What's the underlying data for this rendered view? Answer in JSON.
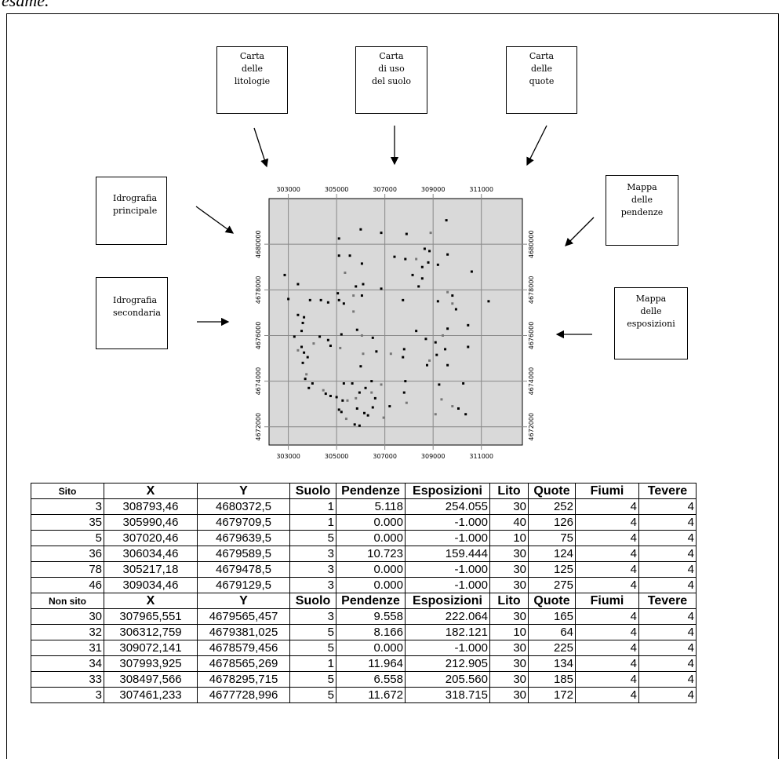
{
  "intro_word": "esame.",
  "source_boxes": [
    {
      "id": "litologie",
      "lines": [
        "Carta",
        "delle",
        "litologie"
      ]
    },
    {
      "id": "uso-suolo",
      "lines": [
        "Carta",
        "di uso",
        "del suolo"
      ]
    },
    {
      "id": "quote",
      "lines": [
        "Carta",
        "delle",
        "quote"
      ]
    },
    {
      "id": "idro-principale",
      "lines": [
        "Idrografia",
        "principale"
      ]
    },
    {
      "id": "pendenze",
      "lines": [
        "Mappa",
        "delle",
        "pendenze"
      ]
    },
    {
      "id": "idro-secondaria",
      "lines": [
        "Idrografia",
        "secondaria"
      ]
    },
    {
      "id": "esposizioni",
      "lines": [
        "Mappa",
        "delle",
        "esposizioni"
      ]
    }
  ],
  "map": {
    "x_ticks": [
      "303000",
      "305000",
      "307000",
      "309000",
      "311000"
    ],
    "y_ticks": [
      "4680000",
      "4678000",
      "4676000",
      "4674000",
      "4672000"
    ],
    "x_range": [
      302200,
      312700
    ],
    "y_range": [
      4671200,
      4682000
    ],
    "background": "#d9d9d9",
    "points": [
      [
        309550,
        4681050,
        "k"
      ],
      [
        306000,
        4680650,
        "k"
      ],
      [
        306850,
        4680500,
        "k"
      ],
      [
        307900,
        4680450,
        "k"
      ],
      [
        308900,
        4680500,
        "g"
      ],
      [
        305100,
        4680250,
        "k"
      ],
      [
        308650,
        4679800,
        "k"
      ],
      [
        308850,
        4679700,
        "k"
      ],
      [
        309600,
        4679550,
        "k"
      ],
      [
        308800,
        4679200,
        "k"
      ],
      [
        305100,
        4679500,
        "k"
      ],
      [
        305550,
        4679500,
        "k"
      ],
      [
        307400,
        4679450,
        "k"
      ],
      [
        307850,
        4679350,
        "k"
      ],
      [
        308300,
        4679350,
        "g"
      ],
      [
        306050,
        4679150,
        "k"
      ],
      [
        308550,
        4679000,
        "k"
      ],
      [
        309200,
        4679100,
        "k"
      ],
      [
        310600,
        4678800,
        "k"
      ],
      [
        302850,
        4678650,
        "k"
      ],
      [
        305350,
        4678750,
        "g"
      ],
      [
        308150,
        4678650,
        "k"
      ],
      [
        308550,
        4678500,
        "k"
      ],
      [
        308400,
        4678150,
        "k"
      ],
      [
        303400,
        4678250,
        "k"
      ],
      [
        306100,
        4678250,
        "k"
      ],
      [
        306850,
        4678050,
        "k"
      ],
      [
        305800,
        4678150,
        "k"
      ],
      [
        305050,
        4677850,
        "k"
      ],
      [
        309600,
        4677900,
        "g"
      ],
      [
        306050,
        4677750,
        "k"
      ],
      [
        309800,
        4677750,
        "k"
      ],
      [
        309200,
        4677500,
        "k"
      ],
      [
        303000,
        4677600,
        "k"
      ],
      [
        303900,
        4677550,
        "k"
      ],
      [
        304350,
        4677550,
        "k"
      ],
      [
        304650,
        4677450,
        "k"
      ],
      [
        305100,
        4677550,
        "k"
      ],
      [
        305300,
        4677400,
        "k"
      ],
      [
        305700,
        4677750,
        "g"
      ],
      [
        307750,
        4677550,
        "k"
      ],
      [
        309800,
        4677400,
        "g"
      ],
      [
        311300,
        4677500,
        "k"
      ],
      [
        309950,
        4677150,
        "k"
      ],
      [
        305700,
        4677050,
        "g"
      ],
      [
        303400,
        4676900,
        "k"
      ],
      [
        305850,
        4676250,
        "k"
      ],
      [
        306050,
        4676000,
        "g"
      ],
      [
        306500,
        4675900,
        "k"
      ],
      [
        308300,
        4676200,
        "k"
      ],
      [
        303550,
        4676200,
        "k"
      ],
      [
        303600,
        4676550,
        "k"
      ],
      [
        303650,
        4676800,
        "k"
      ],
      [
        303250,
        4675950,
        "k"
      ],
      [
        304300,
        4675950,
        "k"
      ],
      [
        304650,
        4675800,
        "k"
      ],
      [
        304050,
        4675650,
        "g"
      ],
      [
        304750,
        4675550,
        "k"
      ],
      [
        303550,
        4675500,
        "k"
      ],
      [
        303400,
        4675350,
        "g"
      ],
      [
        303650,
        4675250,
        "k"
      ],
      [
        303800,
        4675050,
        "k"
      ],
      [
        305200,
        4676050,
        "k"
      ],
      [
        305150,
        4675450,
        "g"
      ],
      [
        309400,
        4676000,
        "g"
      ],
      [
        309600,
        4676300,
        "k"
      ],
      [
        310450,
        4676450,
        "k"
      ],
      [
        308700,
        4675850,
        "k"
      ],
      [
        309100,
        4675700,
        "k"
      ],
      [
        307800,
        4675400,
        "k"
      ],
      [
        309500,
        4675400,
        "k"
      ],
      [
        310450,
        4675500,
        "k"
      ],
      [
        309150,
        4675150,
        "k"
      ],
      [
        306650,
        4675300,
        "k"
      ],
      [
        307250,
        4675200,
        "g"
      ],
      [
        308850,
        4674900,
        "g"
      ],
      [
        307750,
        4675050,
        "k"
      ],
      [
        306100,
        4675200,
        "g"
      ],
      [
        306000,
        4674650,
        "k"
      ],
      [
        308750,
        4674700,
        "k"
      ],
      [
        309600,
        4674700,
        "k"
      ],
      [
        303600,
        4674800,
        "k"
      ],
      [
        303750,
        4674300,
        "g"
      ],
      [
        303700,
        4674100,
        "k"
      ],
      [
        304000,
        4673900,
        "k"
      ],
      [
        303850,
        4673700,
        "k"
      ],
      [
        304450,
        4673600,
        "g"
      ],
      [
        304550,
        4673450,
        "k"
      ],
      [
        304750,
        4673350,
        "k"
      ],
      [
        305000,
        4673300,
        "k"
      ],
      [
        305250,
        4673150,
        "k"
      ],
      [
        305450,
        4673150,
        "g"
      ],
      [
        305300,
        4673900,
        "k"
      ],
      [
        305650,
        4673900,
        "k"
      ],
      [
        306450,
        4674000,
        "k"
      ],
      [
        306850,
        4673850,
        "g"
      ],
      [
        306200,
        4673700,
        "k"
      ],
      [
        305950,
        4673500,
        "k"
      ],
      [
        306450,
        4673500,
        "g"
      ],
      [
        307800,
        4673500,
        "k"
      ],
      [
        307850,
        4674000,
        "k"
      ],
      [
        305800,
        4673250,
        "g"
      ],
      [
        306600,
        4673250,
        "k"
      ],
      [
        307900,
        4673050,
        "g"
      ],
      [
        309250,
        4673850,
        "k"
      ],
      [
        310250,
        4673900,
        "k"
      ],
      [
        306500,
        4672850,
        "k"
      ],
      [
        307200,
        4672900,
        "k"
      ],
      [
        305850,
        4672800,
        "k"
      ],
      [
        305100,
        4672750,
        "k"
      ],
      [
        305200,
        4672650,
        "k"
      ],
      [
        306150,
        4672600,
        "k"
      ],
      [
        306300,
        4672500,
        "k"
      ],
      [
        309350,
        4673200,
        "g"
      ],
      [
        309800,
        4672900,
        "g"
      ],
      [
        310050,
        4672800,
        "k"
      ],
      [
        309100,
        4672550,
        "g"
      ],
      [
        310350,
        4672550,
        "k"
      ],
      [
        305400,
        4672350,
        "g"
      ],
      [
        306950,
        4672400,
        "g"
      ],
      [
        305750,
        4672100,
        "k"
      ],
      [
        305950,
        4672050,
        "k"
      ]
    ]
  },
  "table": {
    "header1": [
      "Sito",
      "X",
      "Y",
      "Suolo",
      "Pendenze",
      "Esposizioni",
      "Lito",
      "Quote",
      "Fiumi",
      "Tevere"
    ],
    "rows1": [
      [
        "3",
        "308793,46",
        "4680372,5",
        "1",
        "5.118",
        "254.055",
        "30",
        "252",
        "4",
        "4"
      ],
      [
        "35",
        "305990,46",
        "4679709,5",
        "1",
        "0.000",
        "-1.000",
        "40",
        "126",
        "4",
        "4"
      ],
      [
        "5",
        "307020,46",
        "4679639,5",
        "5",
        "0.000",
        "-1.000",
        "10",
        "75",
        "4",
        "4"
      ],
      [
        "36",
        "306034,46",
        "4679589,5",
        "3",
        "10.723",
        "159.444",
        "30",
        "124",
        "4",
        "4"
      ],
      [
        "78",
        "305217,18",
        "4679478,5",
        "3",
        "0.000",
        "-1.000",
        "30",
        "125",
        "4",
        "4"
      ],
      [
        "46",
        "309034,46",
        "4679129,5",
        "3",
        "0.000",
        "-1.000",
        "30",
        "275",
        "4",
        "4"
      ]
    ],
    "header2": [
      "Non sito",
      "X",
      "Y",
      "Suolo",
      "Pendenze",
      "Esposizioni",
      "Lito",
      "Quote",
      "Fiumi",
      "Tevere"
    ],
    "rows2": [
      [
        "30",
        "307965,551",
        "4679565,457",
        "3",
        "9.558",
        "222.064",
        "30",
        "165",
        "4",
        "4"
      ],
      [
        "32",
        "306312,759",
        "4679381,025",
        "5",
        "8.166",
        "182.121",
        "10",
        "64",
        "4",
        "4"
      ],
      [
        "31",
        "309072,141",
        "4678579,456",
        "5",
        "0.000",
        "-1.000",
        "30",
        "225",
        "4",
        "4"
      ],
      [
        "34",
        "307993,925",
        "4678565,269",
        "1",
        "11.964",
        "212.905",
        "30",
        "134",
        "4",
        "4"
      ],
      [
        "33",
        "308497,566",
        "4678295,715",
        "5",
        "6.558",
        "205.560",
        "30",
        "185",
        "4",
        "4"
      ],
      [
        "3",
        "307461,233",
        "4677728,996",
        "5",
        "11.672",
        "318.715",
        "30",
        "172",
        "4",
        "4"
      ]
    ]
  }
}
